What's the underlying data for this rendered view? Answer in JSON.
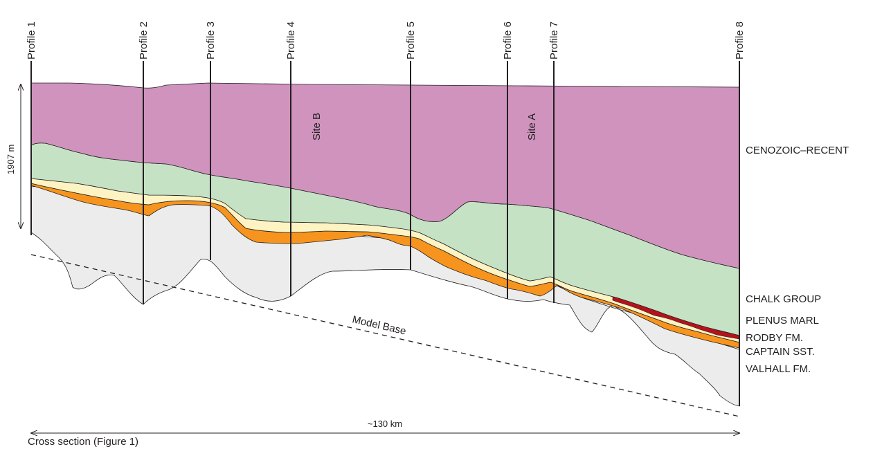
{
  "profiles": [
    "Profile 1",
    "Profile 2",
    "Profile 3",
    "Profile 4",
    "Profile 5",
    "Profile 6",
    "Profile 7",
    "Profile 8"
  ],
  "sites": [
    "Site B",
    "Site A"
  ],
  "units": {
    "cenozoic": "CENOZOIC–RECENT",
    "chalk": "CHALK GROUP",
    "plenus": "PLENUS MARL",
    "rodby": "RODBY FM.",
    "captain": "CAPTAIN SST.",
    "valhall": "VALHALL FM."
  },
  "thickness_label": "1907 m",
  "distance_label": "~130 km",
  "model_base_label": "Model Base",
  "caption": "Cross section (Figure 1)",
  "colors": {
    "cenozoic": "#cf93be",
    "chalk": "#c5e2c5",
    "plenus": "#b5121b",
    "rodby": "#fdf3c3",
    "captain": "#f7941d",
    "valhall": "#ececec"
  }
}
